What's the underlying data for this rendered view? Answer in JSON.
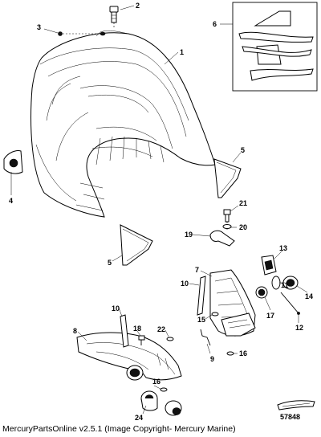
{
  "callouts": {
    "c1": "1",
    "c2": "2",
    "c3": "3",
    "c4": "4",
    "c5a": "5",
    "c5b": "5",
    "c6": "6",
    "c7": "7",
    "c8": "8",
    "c9": "9",
    "c10a": "10",
    "c10b": "10",
    "c11": "11",
    "c12": "12",
    "c13": "13",
    "c14": "14",
    "c15": "15",
    "c16a": "16",
    "c16b": "16",
    "c17": "17",
    "c18": "18",
    "c19": "19",
    "c20": "20",
    "c21": "21",
    "c22": "22",
    "c24": "24"
  },
  "figure_number": "57848",
  "caption": "MercuryPartsOnline v2.5.1 (Image Copyright- Mercury Marine)"
}
